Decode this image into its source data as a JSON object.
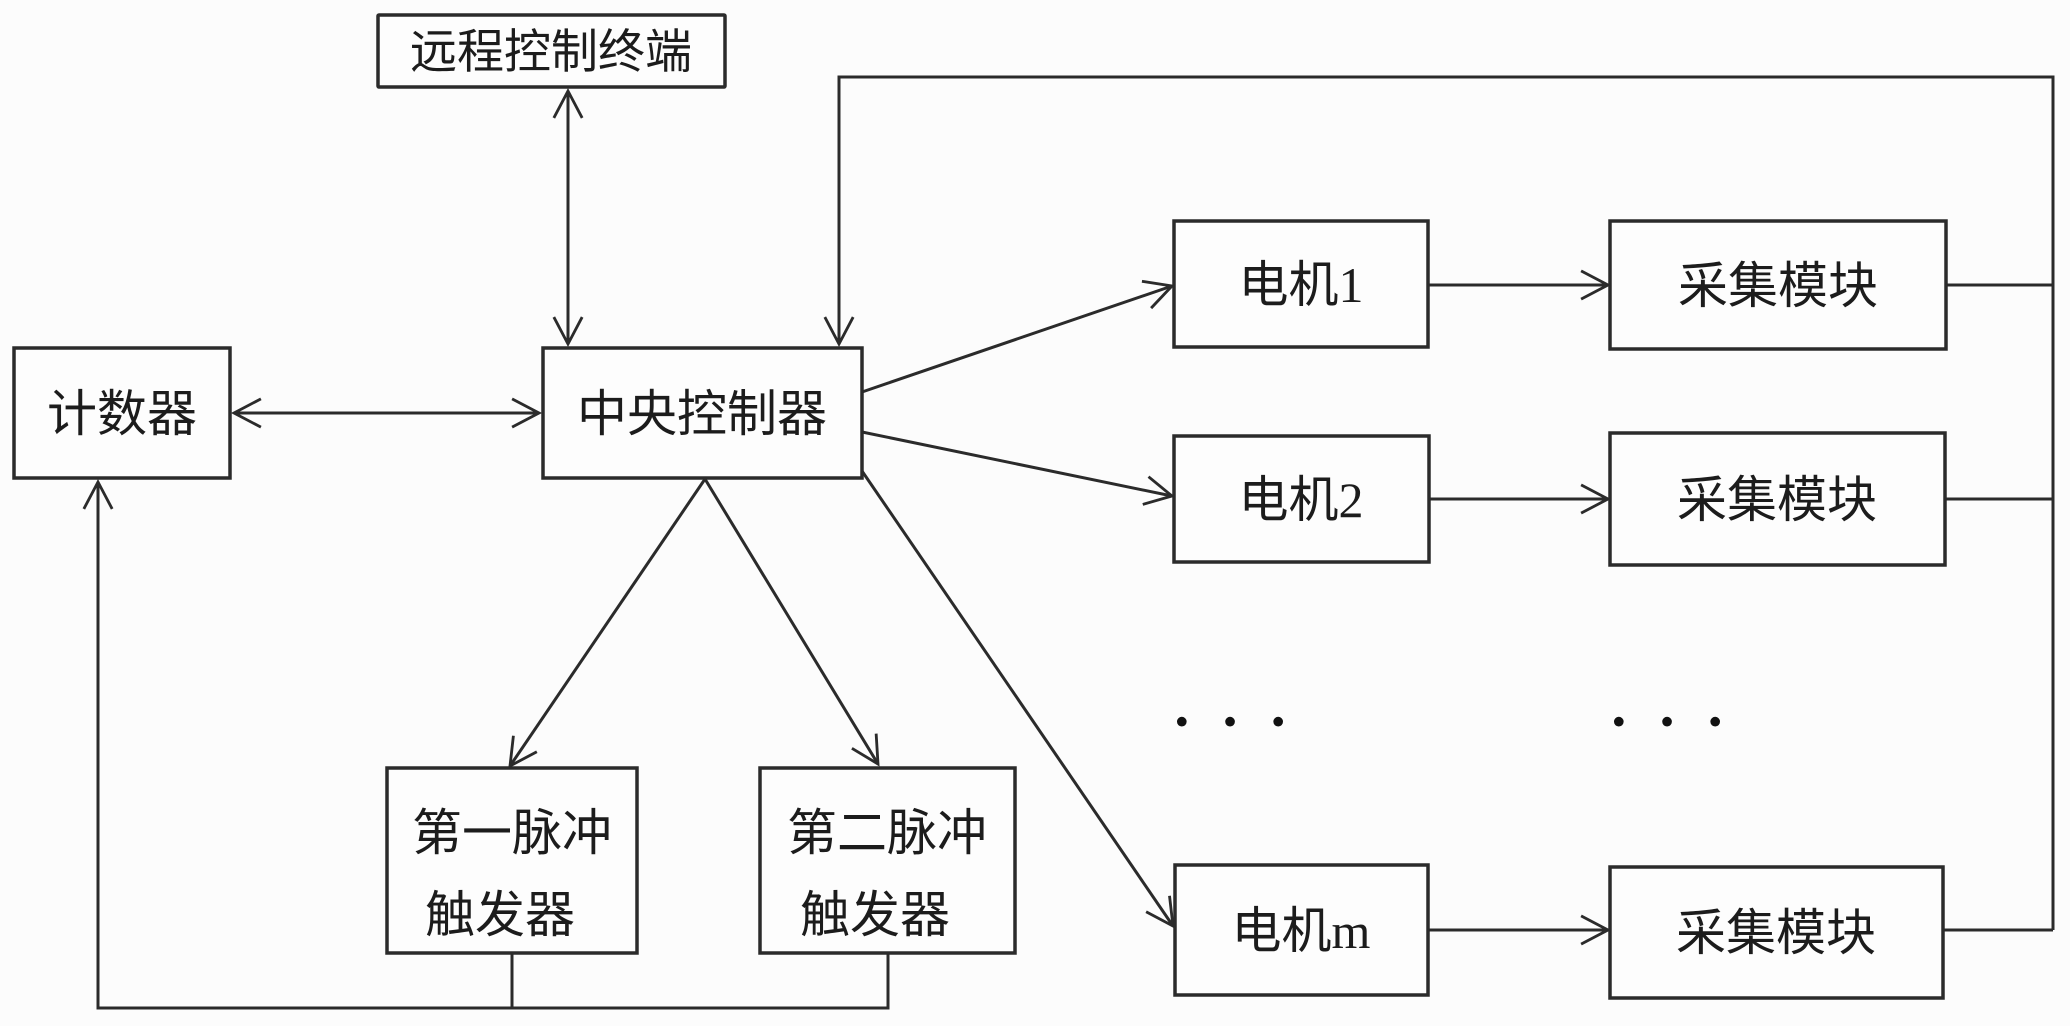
{
  "diagram": {
    "type": "block-diagram",
    "background_color": "#fcfcfc",
    "line_color": "#2b2b2b",
    "text_color": "#1c1c1c",
    "nodes": [
      {
        "id": "remote-terminal",
        "label": "远程控制终端"
      },
      {
        "id": "counter",
        "label": "计数器"
      },
      {
        "id": "central-controller",
        "label": "中央控制器"
      },
      {
        "id": "motor-1",
        "label": "电机1"
      },
      {
        "id": "acquisition-module-1",
        "label": "采集模块"
      },
      {
        "id": "motor-2",
        "label": "电机2"
      },
      {
        "id": "acquisition-module-2",
        "label": "采集模块"
      },
      {
        "id": "motor-m",
        "label": "电机m"
      },
      {
        "id": "acquisition-module-3",
        "label": "采集模块"
      },
      {
        "id": "pulse-trigger-1",
        "lines": [
          "第一脉冲",
          "触发器"
        ]
      },
      {
        "id": "pulse-trigger-2",
        "lines": [
          "第二脉冲",
          "触发器"
        ]
      }
    ],
    "ellipsis": {
      "motor_column": "· · ·",
      "module_column": "· · ·"
    },
    "connections": [
      {
        "from": "远程控制终端",
        "to": "中央控制器",
        "style": "double-headed-arrow"
      },
      {
        "from": "计数器",
        "to": "中央控制器",
        "style": "double-headed-arrow"
      },
      {
        "from": "中央控制器",
        "to": "电机1",
        "style": "arrow"
      },
      {
        "from": "中央控制器",
        "to": "电机2",
        "style": "arrow"
      },
      {
        "from": "中央控制器",
        "to": "电机m",
        "style": "arrow"
      },
      {
        "from": "电机1",
        "to": "采集模块",
        "style": "arrow"
      },
      {
        "from": "电机2",
        "to": "采集模块",
        "style": "arrow"
      },
      {
        "from": "电机m",
        "to": "采集模块",
        "style": "arrow"
      },
      {
        "from": "采集模块",
        "to": "中央控制器",
        "style": "feedback-bus-arrow"
      },
      {
        "from": "中央控制器",
        "to": "第一脉冲触发器",
        "style": "arrow"
      },
      {
        "from": "中央控制器",
        "to": "第二脉冲触发器",
        "style": "arrow"
      },
      {
        "from": "第一脉冲触发器",
        "to": "计数器",
        "style": "feedback-line-arrow"
      },
      {
        "from": "第二脉冲触发器",
        "to": "计数器",
        "style": "feedback-line-arrow"
      }
    ]
  }
}
